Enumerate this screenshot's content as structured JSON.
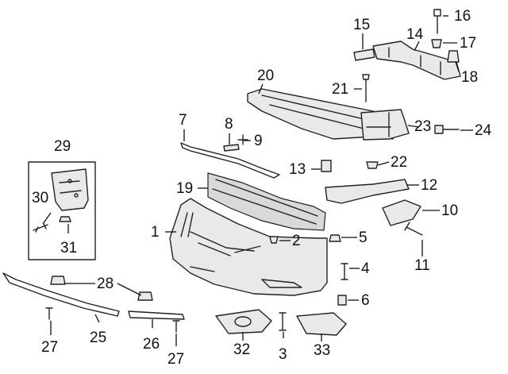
{
  "callouts": [
    "1",
    "2",
    "3",
    "4",
    "5",
    "6",
    "7",
    "8",
    "9",
    "10",
    "11",
    "12",
    "13",
    "14",
    "15",
    "16",
    "17",
    "18",
    "19",
    "20",
    "21",
    "22",
    "23",
    "24",
    "25",
    "26",
    "27",
    "27",
    "28",
    "29",
    "30",
    "31",
    "32",
    "33"
  ]
}
